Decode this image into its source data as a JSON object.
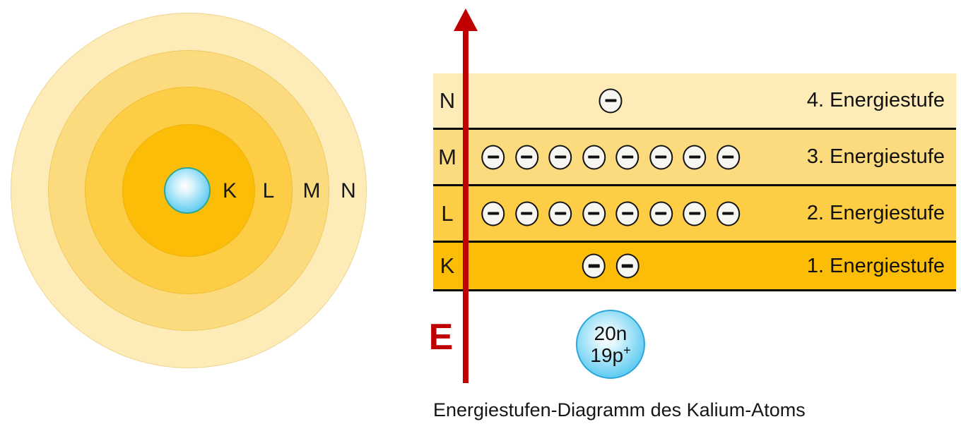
{
  "colors": {
    "axis": "#C00000",
    "outline": "#000000",
    "electron_fill": "#F7F6F1",
    "nucleus_fill": "#55C7EF",
    "shell_nucleus_border": "#2EA79B",
    "core_nucleus_border": "#2AA7DB"
  },
  "shell_model": {
    "rings": [
      {
        "label": "N",
        "color": "#FDEBB8"
      },
      {
        "label": "M",
        "color": "#FCDB7E"
      },
      {
        "label": "L",
        "color": "#FCCD45"
      },
      {
        "label": "K",
        "color": "#FCBD08"
      }
    ]
  },
  "energy_diagram": {
    "axis_label": "E",
    "levels": [
      {
        "shell": "N",
        "electrons": 1,
        "label": "4. Energiestufe",
        "color": "#FDEBB8"
      },
      {
        "shell": "M",
        "electrons": 8,
        "label": "3. Energiestufe",
        "color": "#FCDB7E"
      },
      {
        "shell": "L",
        "electrons": 8,
        "label": "2. Energiestufe",
        "color": "#FCCD45"
      },
      {
        "shell": "K",
        "electrons": 2,
        "label": "1. Energiestufe",
        "color": "#FCBD08"
      }
    ],
    "electron_sign": "−",
    "nucleus": {
      "line1": "20n",
      "line2": "19p",
      "sup": "+"
    },
    "caption": "Energiestufen-Diagramm des Kalium-Atoms"
  }
}
